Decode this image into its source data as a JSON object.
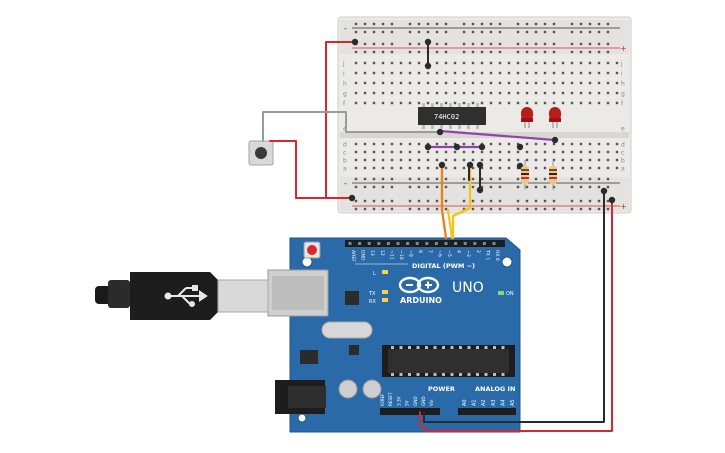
{
  "chip": {
    "label": "74HC02"
  },
  "arduino": {
    "brand": "ARDUINO",
    "model": "UNO",
    "on_label": "ON",
    "l_label": "L",
    "tx_label": "TX",
    "rx_label": "RX",
    "digital_label": "DIGITAL (PWM ~)",
    "power_label": "POWER",
    "analog_label": "ANALOG IN",
    "digital_pins": [
      "AREF",
      "GND",
      "13",
      "12",
      "~11",
      "~10",
      "~9",
      "8",
      "7",
      "~6",
      "~5",
      "4",
      "~3",
      "2",
      "TX 1",
      "RX 0"
    ],
    "power_pins": [
      "IOREF",
      "RESET",
      "3.3V",
      "5V",
      "GND",
      "GND",
      "Vin"
    ],
    "analog_pins": [
      "A0",
      "A1",
      "A2",
      "A3",
      "A4",
      "A5"
    ]
  },
  "breadboard": {
    "row_letters_top": [
      "j",
      "i",
      "h",
      "g",
      "f"
    ],
    "row_letters_bottom": [
      "e",
      "d",
      "c",
      "b",
      "a"
    ],
    "rail_minus": "-",
    "rail_plus": "+"
  },
  "colors": {
    "wire_red": "#d6282e",
    "wire_black": "#2b2b2b",
    "wire_gray": "#9a9a9a",
    "wire_orange": "#e8831f",
    "wire_yellow": "#f2c418",
    "wire_purple": "#8e44ad",
    "board_blue": "#2a6aa8",
    "led_red": "#b81d1d"
  }
}
